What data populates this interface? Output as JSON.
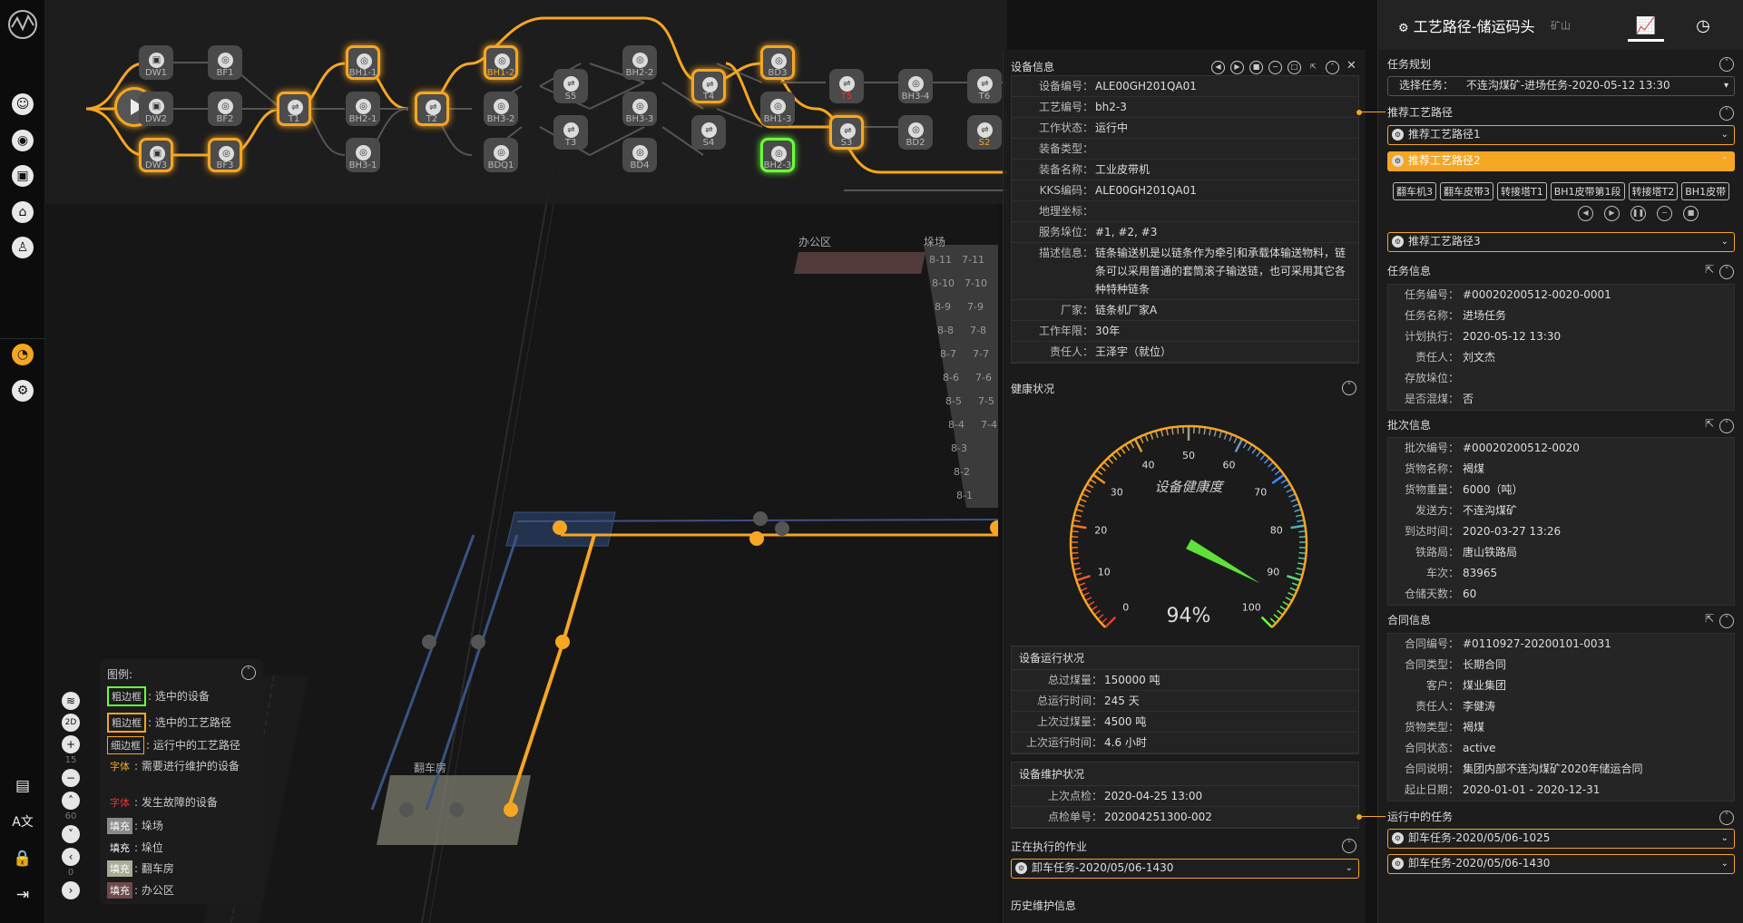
{
  "flow": {
    "nodes": [
      {
        "id": "DW1",
        "label": "DW1",
        "state": "normal"
      },
      {
        "id": "DW2",
        "label": "DW2",
        "state": "normal"
      },
      {
        "id": "DW3",
        "label": "DW3",
        "state": "path"
      },
      {
        "id": "BF1",
        "label": "BF1",
        "state": "normal"
      },
      {
        "id": "BF2",
        "label": "BF2",
        "state": "normal"
      },
      {
        "id": "BF3",
        "label": "BF3",
        "state": "path"
      },
      {
        "id": "T1",
        "label": "T1",
        "state": "path"
      },
      {
        "id": "BH1-1",
        "label": "BH1-1",
        "state": "path"
      },
      {
        "id": "BH2-1",
        "label": "BH2-1",
        "state": "normal"
      },
      {
        "id": "BH3-1",
        "label": "BH3-1",
        "state": "normal"
      },
      {
        "id": "T2",
        "label": "T2",
        "state": "path"
      },
      {
        "id": "BH1-2",
        "label": "BH1-2",
        "state": "path_warn"
      },
      {
        "id": "BH3-2",
        "label": "BH3-2",
        "state": "normal"
      },
      {
        "id": "BDQ1",
        "label": "BDQ1",
        "state": "normal"
      },
      {
        "id": "S5",
        "label": "S5",
        "state": "normal"
      },
      {
        "id": "T3",
        "label": "T3",
        "state": "normal"
      },
      {
        "id": "BH2-2",
        "label": "BH2-2",
        "state": "normal"
      },
      {
        "id": "BH3-3",
        "label": "BH3-3",
        "state": "normal"
      },
      {
        "id": "BD4",
        "label": "BD4",
        "state": "normal"
      },
      {
        "id": "T4",
        "label": "T4",
        "state": "path"
      },
      {
        "id": "S4",
        "label": "S4",
        "state": "normal"
      },
      {
        "id": "BD3",
        "label": "BD3",
        "state": "path"
      },
      {
        "id": "BH1-3",
        "label": "BH1-3",
        "state": "normal"
      },
      {
        "id": "BH2-3",
        "label": "BH2-3",
        "state": "selected"
      },
      {
        "id": "T5",
        "label": "T5",
        "state": "error"
      },
      {
        "id": "S3",
        "label": "S3",
        "state": "path"
      },
      {
        "id": "BH3-4",
        "label": "BH3-4",
        "state": "normal"
      },
      {
        "id": "BD2",
        "label": "BD2",
        "state": "normal"
      },
      {
        "id": "T6",
        "label": "T6",
        "state": "normal"
      },
      {
        "id": "S2",
        "label": "S2",
        "state": "warn"
      }
    ]
  },
  "scene": {
    "office_label": "办公区",
    "yard_label": "垛场",
    "tipper_label": "翻车房",
    "blocks_col1": [
      "8-11",
      "8-10",
      "8-9",
      "8-8",
      "8-7",
      "8-6",
      "8-5",
      "8-4",
      "8-3",
      "8-2",
      "8-1"
    ],
    "blocks_col2": [
      "7-11",
      "7-10",
      "7-9",
      "7-8",
      "7-7",
      "7-6",
      "7-5",
      "7-4"
    ]
  },
  "legend": {
    "title": "图例:",
    "items": [
      {
        "swatch": "粗边框",
        "desc": ": 选中的设备",
        "color": "#6bff3a"
      },
      {
        "swatch": "粗边框",
        "desc": ": 选中的工艺路径",
        "color": "#f5a623"
      },
      {
        "swatch": "细边框",
        "desc": ": 运行中的工艺路径",
        "color": "#f5a623"
      },
      {
        "swatch": "字体",
        "desc": ": 需要进行维护的设备",
        "color": "#f5a623"
      },
      {
        "swatch": "字体",
        "desc": ": 发生故障的设备",
        "color": "#e33"
      },
      {
        "swatch": "填充",
        "desc": ": 垛场",
        "color": "#8a8a8a"
      },
      {
        "swatch": "填充",
        "desc": ": 垛位",
        "color": "#1c1c1c"
      },
      {
        "swatch": "填充",
        "desc": ": 翻车房",
        "color": "#a8ab96"
      },
      {
        "swatch": "填充",
        "desc": ": 办公区",
        "color": "#6e4a48"
      }
    ]
  },
  "zoom": {
    "v1": "15",
    "v2": "60",
    "v3": "0"
  },
  "device": {
    "title": "设备信息",
    "rows": [
      {
        "k": "设备编号：",
        "v": "ALE00GH201QA01"
      },
      {
        "k": "工艺编号：",
        "v": "bh2-3"
      },
      {
        "k": "工作状态：",
        "v": "运行中"
      },
      {
        "k": "装备类型：",
        "v": ""
      },
      {
        "k": "装备名称：",
        "v": "工业皮带机"
      },
      {
        "k": "KKS编码：",
        "v": "ALE00GH201QA01"
      },
      {
        "k": "地理坐标：",
        "v": ""
      },
      {
        "k": "服务垛位：",
        "v": "#1, #2, #3"
      },
      {
        "k": "描述信息：",
        "v": "链条输送机是以链条作为牵引和承载体输送物料，链条可以采用普通的套筒滚子输送链，也可采用其它各种特种链条"
      },
      {
        "k": "厂家：",
        "v": "链条机厂家A"
      },
      {
        "k": "工作年限：",
        "v": "30年"
      },
      {
        "k": "责任人：",
        "v": "王泽宇（就位）"
      }
    ],
    "health_title": "健康状况",
    "gauge_label": "设备健康度",
    "gauge_value": 94,
    "gauge_text": "94%",
    "gauge_ticks": [
      "0",
      "10",
      "20",
      "30",
      "40",
      "50",
      "60",
      "70",
      "80",
      "90",
      "100"
    ],
    "run_title": "设备运行状况",
    "run_rows": [
      {
        "k": "总过煤量：",
        "v": "150000 吨"
      },
      {
        "k": "总运行时间：",
        "v": "245 天"
      },
      {
        "k": "上次过煤量：",
        "v": "4500 吨"
      },
      {
        "k": "上次运行时间：",
        "v": "4.6 小时"
      }
    ],
    "maint_title": "设备维护状况",
    "maint_rows": [
      {
        "k": "上次点检：",
        "v": "2020-04-25 13:00"
      },
      {
        "k": "点检单号：",
        "v": "202004251300-002"
      }
    ],
    "exec_title": "正在执行的作业",
    "exec_select": "卸车任务-2020/05/06-1430",
    "history_title": "历史维护信息"
  },
  "right": {
    "title": "工艺路径-储运码头",
    "subtitle": "矿山",
    "task_plan_title": "任务规划",
    "task_select_label": "选择任务：",
    "task_select_value": "不连沟煤矿-进场任务-2020-05-12 13:30",
    "rec_title": "推荐工艺路径",
    "rec1": "推荐工艺路径1",
    "rec2": "推荐工艺路径2",
    "rec3": "推荐工艺路径3",
    "chips": [
      "翻车机3",
      "翻车皮带3",
      "转接塔T1",
      "BH1皮带第1段",
      "转接塔T2",
      "BH1皮带"
    ],
    "task_info_title": "任务信息",
    "task_rows": [
      {
        "k": "任务编号：",
        "v": "#00020200512-0020-0001"
      },
      {
        "k": "任务名称：",
        "v": "进场任务"
      },
      {
        "k": "计划执行：",
        "v": "2020-05-12 13:30"
      },
      {
        "k": "责任人：",
        "v": "刘文杰"
      },
      {
        "k": "存放垛位：",
        "v": ""
      },
      {
        "k": "是否混煤：",
        "v": "否"
      }
    ],
    "batch_title": "批次信息",
    "batch_rows": [
      {
        "k": "批次编号：",
        "v": "#00020200512-0020"
      },
      {
        "k": "货物名称：",
        "v": "褐煤"
      },
      {
        "k": "货物重量：",
        "v": "6000（吨）"
      },
      {
        "k": "发送方：",
        "v": "不连沟煤矿"
      },
      {
        "k": "到达时间：",
        "v": "2020-03-27 13:26"
      },
      {
        "k": "铁路局：",
        "v": "唐山铁路局"
      },
      {
        "k": "车次：",
        "v": "83965"
      },
      {
        "k": "仓储天数：",
        "v": "60"
      }
    ],
    "contract_title": "合同信息",
    "contract_rows": [
      {
        "k": "合同编号：",
        "v": "#0110927-20200101-0031"
      },
      {
        "k": "合同类型：",
        "v": "长期合同"
      },
      {
        "k": "客户：",
        "v": "煤业集团"
      },
      {
        "k": "责任人：",
        "v": "李健涛"
      },
      {
        "k": "货物类型：",
        "v": "褐煤"
      },
      {
        "k": "合同状态：",
        "v": "active"
      },
      {
        "k": "合同说明：",
        "v": "集团内部不连沟煤矿2020年储运合同"
      },
      {
        "k": "起止日期：",
        "v": "2020-01-01 - 2020-12-31"
      }
    ],
    "running_title": "运行中的任务",
    "running1": "卸车任务-2020/05/06-1025",
    "running2": "卸车任务-2020/05/06-1430"
  }
}
